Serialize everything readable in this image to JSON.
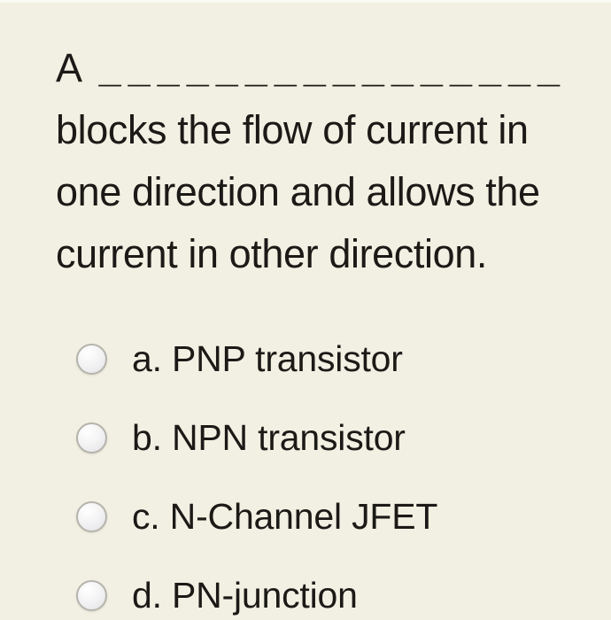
{
  "colors": {
    "background": "#f2f0e2",
    "text": "#1b1a17",
    "radio_border": "#b5b4ac",
    "radio_fill": "#e9e9ec",
    "top_edge_highlight": "#fafaf4"
  },
  "question": {
    "prefix": "A",
    "blank": "________________",
    "lines": [
      "blocks the flow of current in",
      "one direction and allows the",
      "current in other direction."
    ]
  },
  "options": [
    {
      "id": "a",
      "label": "a. PNP transistor",
      "selected": false
    },
    {
      "id": "b",
      "label": "b. NPN transistor",
      "selected": false
    },
    {
      "id": "c",
      "label": "c. N-Channel JFET",
      "selected": false
    },
    {
      "id": "d",
      "label": "d. PN-junction",
      "selected": false
    }
  ]
}
